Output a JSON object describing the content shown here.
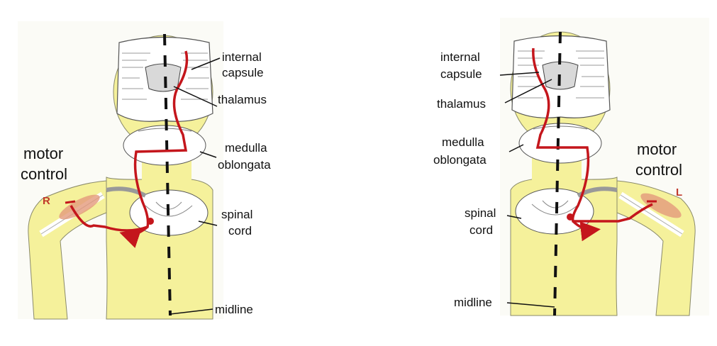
{
  "labels": {
    "internal_capsule_1": "internal",
    "internal_capsule_2": "capsule",
    "thalamus": "thalamus",
    "medulla_1": "medulla",
    "medulla_2": "oblongata",
    "spinal_1": "spinal",
    "spinal_2": "cord",
    "midline": "midline",
    "motor_1": "motor",
    "motor_2": "control",
    "right_side": "R",
    "left_side": "L"
  },
  "colors": {
    "body": "#f5f19b",
    "pathway": "#c4161c",
    "outline": "#6b6b6b",
    "muscle": "#e39a7c"
  }
}
